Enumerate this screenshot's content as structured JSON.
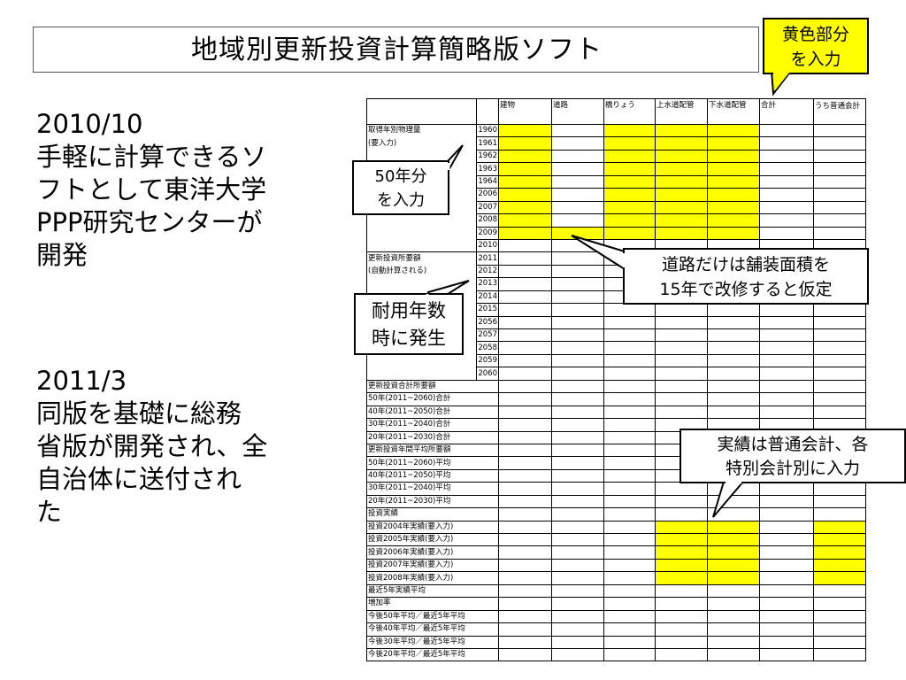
{
  "title": "地域別更新投資計算簡略版ソフト",
  "badge": {
    "line1": "黄色部分",
    "line2": "を入力"
  },
  "left_text": {
    "lines1": [
      "2010/10",
      "手軽に計算できるソ",
      "フトとして東洋大学",
      "PPP研究センターが",
      "開発"
    ],
    "lines2": [
      "2011/3",
      "同版を基礎に総務",
      "省版が開発され、全",
      "自治体に送付され",
      "た"
    ]
  },
  "callouts": {
    "fifty_years": {
      "line1": "50年分",
      "line2": "を入力"
    },
    "road": {
      "line1": "道路だけは舗装面積を",
      "line2": "15年で改修すると仮定"
    },
    "lifespan": {
      "line1": "耐用年数",
      "line2": "時に発生"
    },
    "actual": {
      "line1": "実績は普通会計、各",
      "line2": "特別会計別に入力"
    }
  },
  "sheet": {
    "headers": [
      "",
      "",
      "建物",
      "道路",
      "橋りょう",
      "上水道配管",
      "下水道配管",
      "合計",
      "うち普通会計"
    ],
    "rows": [
      {
        "label": "取得年別物理量",
        "year": "1960",
        "yellow": [
          1,
          0,
          1,
          1,
          1,
          0,
          0
        ]
      },
      {
        "label": "(要入力)",
        "year": "1961",
        "yellow": [
          1,
          0,
          1,
          1,
          1,
          0,
          0
        ]
      },
      {
        "label": "",
        "year": "1962",
        "yellow": [
          1,
          0,
          1,
          1,
          1,
          0,
          0
        ]
      },
      {
        "label": "",
        "year": "1963",
        "yellow": [
          1,
          0,
          1,
          1,
          1,
          0,
          0
        ]
      },
      {
        "label": "",
        "year": "1964",
        "yellow": [
          1,
          0,
          1,
          1,
          1,
          0,
          0
        ]
      },
      {
        "label": "",
        "year": "2006",
        "yellow": [
          1,
          0,
          1,
          1,
          1,
          0,
          0
        ]
      },
      {
        "label": "",
        "year": "2007",
        "yellow": [
          1,
          0,
          1,
          1,
          1,
          0,
          0
        ]
      },
      {
        "label": "",
        "year": "2008",
        "yellow": [
          1,
          0,
          1,
          1,
          1,
          0,
          0
        ]
      },
      {
        "label": "",
        "year": "2009",
        "yellow": [
          1,
          1,
          1,
          1,
          1,
          0,
          0
        ]
      },
      {
        "label": "",
        "year": "2010",
        "yellow": [
          0,
          0,
          0,
          0,
          0,
          0,
          0
        ]
      },
      {
        "label": "更新投資所要額",
        "year": "2011",
        "yellow": [
          0,
          0,
          0,
          0,
          0,
          0,
          0
        ]
      },
      {
        "label": "(自動計算される)",
        "year": "2012",
        "yellow": [
          0,
          0,
          0,
          0,
          0,
          0,
          0
        ]
      },
      {
        "label": "",
        "year": "2013",
        "yellow": [
          0,
          0,
          0,
          0,
          0,
          0,
          0
        ]
      },
      {
        "label": "",
        "year": "2014",
        "yellow": [
          0,
          0,
          0,
          0,
          0,
          0,
          0
        ]
      },
      {
        "label": "",
        "year": "2015",
        "yellow": [
          0,
          0,
          0,
          0,
          0,
          0,
          0
        ]
      },
      {
        "label": "",
        "year": "2056",
        "yellow": [
          0,
          0,
          0,
          0,
          0,
          0,
          0
        ]
      },
      {
        "label": "",
        "year": "2057",
        "yellow": [
          0,
          0,
          0,
          0,
          0,
          0,
          0
        ]
      },
      {
        "label": "",
        "year": "2058",
        "yellow": [
          0,
          0,
          0,
          0,
          0,
          0,
          0
        ]
      },
      {
        "label": "",
        "year": "2059",
        "yellow": [
          0,
          0,
          0,
          0,
          0,
          0,
          0
        ]
      },
      {
        "label": "",
        "year": "2060",
        "yellow": [
          0,
          0,
          0,
          0,
          0,
          0,
          0
        ]
      },
      {
        "label": "更新投資合計所要額",
        "year": "",
        "yellow": [
          0,
          0,
          0,
          0,
          0,
          0,
          0
        ]
      },
      {
        "label": "50年(2011~2060)合計",
        "year": "",
        "yellow": [
          0,
          0,
          0,
          0,
          0,
          0,
          0
        ]
      },
      {
        "label": "40年(2011~2050)合計",
        "year": "",
        "yellow": [
          0,
          0,
          0,
          0,
          0,
          0,
          0
        ]
      },
      {
        "label": "30年(2011~2040)合計",
        "year": "",
        "yellow": [
          0,
          0,
          0,
          0,
          0,
          0,
          0
        ]
      },
      {
        "label": "20年(2011~2030)合計",
        "year": "",
        "yellow": [
          0,
          0,
          0,
          0,
          0,
          0,
          0
        ]
      },
      {
        "label": "更新投資年間平均所要額",
        "year": "",
        "yellow": [
          0,
          0,
          0,
          0,
          0,
          0,
          0
        ]
      },
      {
        "label": "50年(2011~2060)平均",
        "year": "",
        "yellow": [
          0,
          0,
          0,
          0,
          0,
          0,
          0
        ]
      },
      {
        "label": "40年(2011~2050)平均",
        "year": "",
        "yellow": [
          0,
          0,
          0,
          0,
          0,
          0,
          0
        ]
      },
      {
        "label": "30年(2011~2040)平均",
        "year": "",
        "yellow": [
          0,
          0,
          0,
          0,
          0,
          0,
          0
        ]
      },
      {
        "label": "20年(2011~2030)平均",
        "year": "",
        "yellow": [
          0,
          0,
          0,
          0,
          0,
          0,
          0
        ]
      },
      {
        "label": "投資実績",
        "year": "",
        "yellow": [
          0,
          0,
          0,
          0,
          0,
          0,
          0
        ]
      },
      {
        "label": "投資2004年実績(要入力)",
        "year": "",
        "yellow": [
          0,
          0,
          0,
          1,
          1,
          0,
          1
        ]
      },
      {
        "label": "投資2005年実績(要入力)",
        "year": "",
        "yellow": [
          0,
          0,
          0,
          1,
          1,
          0,
          1
        ]
      },
      {
        "label": "投資2006年実績(要入力)",
        "year": "",
        "yellow": [
          0,
          0,
          0,
          1,
          1,
          0,
          1
        ]
      },
      {
        "label": "投資2007年実績(要入力)",
        "year": "",
        "yellow": [
          0,
          0,
          0,
          1,
          1,
          0,
          1
        ]
      },
      {
        "label": "投資2008年実績(要入力)",
        "year": "",
        "yellow": [
          0,
          0,
          0,
          1,
          1,
          0,
          1
        ]
      },
      {
        "label": "最近5年実績平均",
        "year": "",
        "yellow": [
          0,
          0,
          0,
          0,
          0,
          0,
          0
        ]
      },
      {
        "label": "増加率",
        "year": "",
        "yellow": [
          0,
          0,
          0,
          0,
          0,
          0,
          0
        ]
      },
      {
        "label": "今後50年平均／最近5年平均",
        "year": "",
        "yellow": [
          0,
          0,
          0,
          0,
          0,
          0,
          0
        ]
      },
      {
        "label": "今後40年平均／最近5年平均",
        "year": "",
        "yellow": [
          0,
          0,
          0,
          0,
          0,
          0,
          0
        ]
      },
      {
        "label": "今後30年平均／最近5年平均",
        "year": "",
        "yellow": [
          0,
          0,
          0,
          0,
          0,
          0,
          0
        ]
      },
      {
        "label": "今後20年平均／最近5年平均",
        "year": "",
        "yellow": [
          0,
          0,
          0,
          0,
          0,
          0,
          0
        ]
      }
    ]
  }
}
